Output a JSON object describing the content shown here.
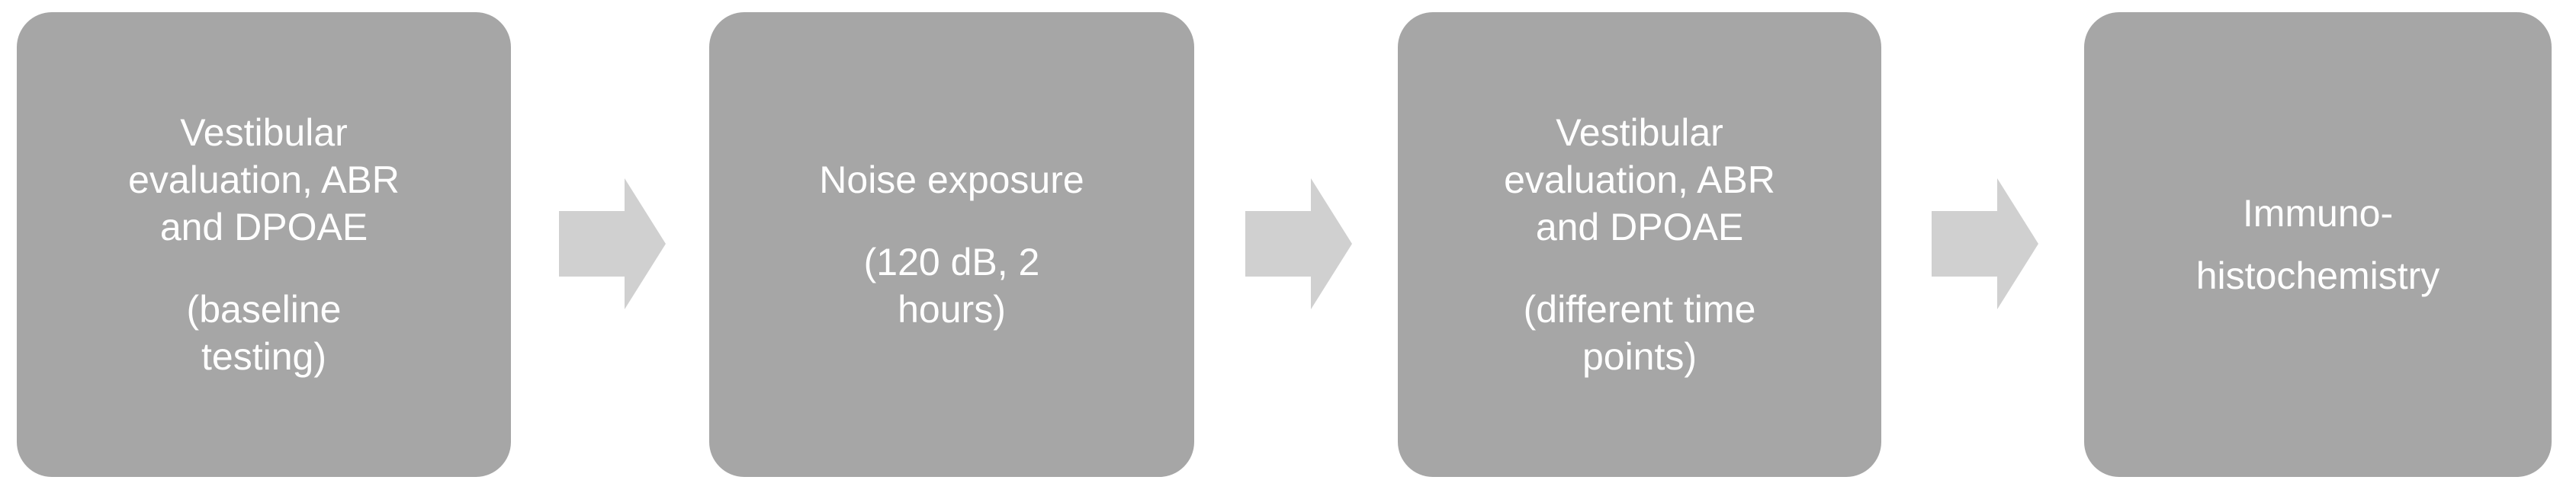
{
  "diagram": {
    "title": "Experimental workflow flowchart",
    "type": "linear-process-flow",
    "background_color": "#ffffff",
    "box_fill_color": "#a6a6a6",
    "box_text_color": "#ffffff",
    "arrow_fill_color": "#d0d0d0",
    "steps": [
      {
        "id": "step-1",
        "name": "baseline-testing",
        "lines": [
          "Vestibular",
          "evaluation, ABR",
          "and DPOAE"
        ],
        "detail_lines": [
          "(baseline",
          "testing)"
        ]
      },
      {
        "id": "step-2",
        "name": "noise-exposure",
        "lines": [
          "Noise exposure"
        ],
        "detail_lines": [
          "(120 dB, 2",
          "hours)"
        ]
      },
      {
        "id": "step-3",
        "name": "post-exposure-testing",
        "lines": [
          "Vestibular",
          "evaluation, ABR",
          "and DPOAE"
        ],
        "detail_lines": [
          "(different time",
          "points)"
        ]
      },
      {
        "id": "step-4",
        "name": "immunohistochemistry",
        "lines": [
          "Immuno-",
          "histochemistry"
        ],
        "detail_lines": []
      }
    ],
    "connectors": [
      {
        "id": "arrow-1",
        "name": "arrow-step1-to-step2",
        "icon": "right-arrow-icon",
        "direction": "right"
      },
      {
        "id": "arrow-2",
        "name": "arrow-step2-to-step3",
        "icon": "right-arrow-icon",
        "direction": "right"
      },
      {
        "id": "arrow-3",
        "name": "arrow-step3-to-step4",
        "icon": "right-arrow-icon",
        "direction": "right"
      }
    ]
  }
}
